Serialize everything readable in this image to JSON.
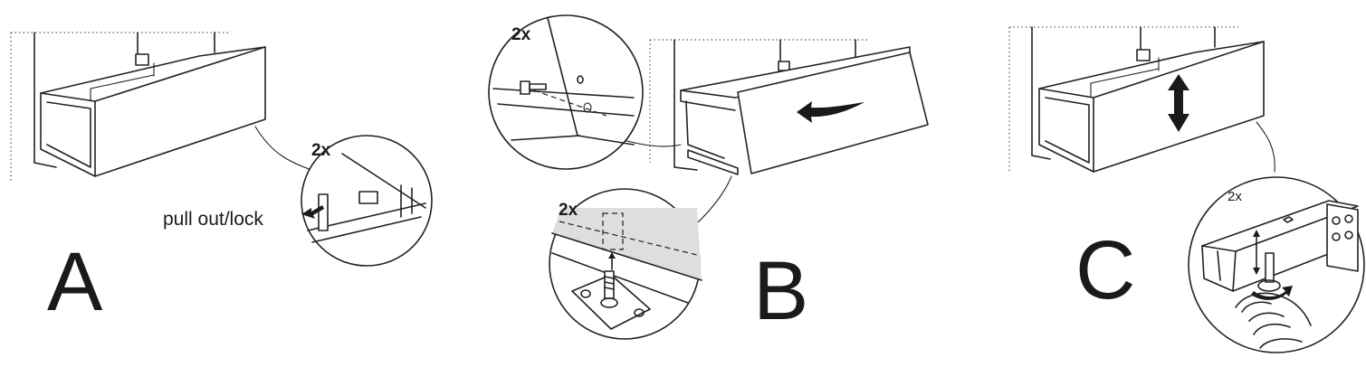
{
  "steps": {
    "a": {
      "letter": "A",
      "count": "2x",
      "action_label": "pull out/lock"
    },
    "b": {
      "letter": "B",
      "count_top": "2x",
      "count_bottom": "2x"
    },
    "c": {
      "letter": "C",
      "count": "2x"
    }
  },
  "icons": [
    "arrow-left-icon",
    "curved-arrow-icon",
    "double-arrow-vertical-icon",
    "screw-icon",
    "hand-icon"
  ],
  "colors": {
    "line": "#222222",
    "shade": "#dedede",
    "background": "#ffffff"
  }
}
